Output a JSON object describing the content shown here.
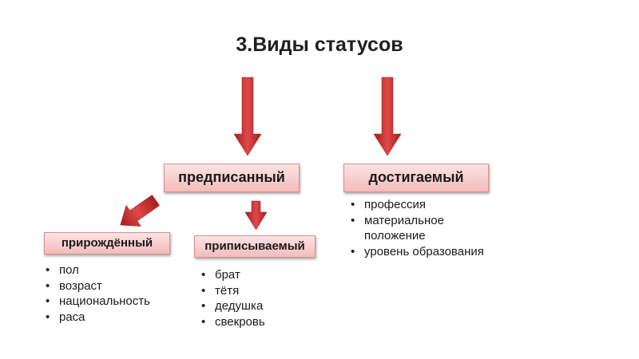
{
  "title": "3.Виды статусов",
  "colors": {
    "arrow": "#c62a2a",
    "box_fill": "#f4bcbc",
    "box_border": "#d98e8e"
  },
  "nodes": {
    "ascribed": {
      "label": "предписанный"
    },
    "achieved": {
      "label": "достигаемый",
      "items": [
        "профессия",
        "материальное положение",
        "уровень образования"
      ]
    },
    "innate": {
      "label": "прирождённый",
      "items": [
        "пол",
        "возраст",
        "национальность",
        "раса"
      ]
    },
    "attributed": {
      "label": "приписываемый",
      "items": [
        "брат",
        "тётя",
        "дедушка",
        "свекровь"
      ]
    }
  }
}
